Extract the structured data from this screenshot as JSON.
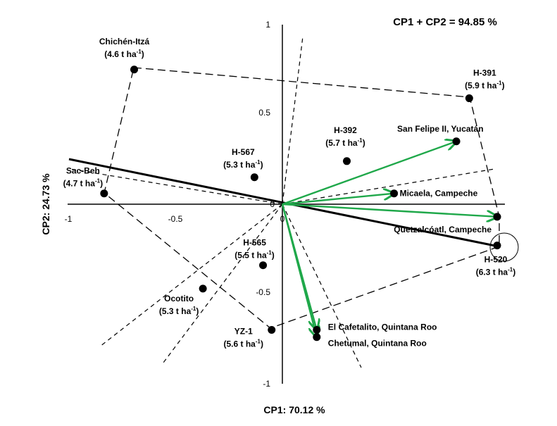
{
  "chart_data": {
    "type": "scatter",
    "title": "CP1 + CP2 = 94.85 %",
    "xlabel": "CP1: 70.12 %",
    "ylabel": "CP2: 24.73 %",
    "xlim": [
      -1,
      1
    ],
    "ylim": [
      -1,
      1
    ],
    "x_ticks": [
      "-1",
      "-0.5",
      "0"
    ],
    "y_ticks": [
      "1",
      "0.5",
      "0",
      "-0.5",
      "-1"
    ],
    "yield_unit": "t ha",
    "yield_exp": "-1",
    "genotypes": [
      {
        "name": "Chichén-Itzá",
        "yield": "4.6",
        "x": -0.69,
        "y": 0.75
      },
      {
        "name": "H-391",
        "yield": "5.9",
        "x": 0.87,
        "y": 0.59
      },
      {
        "name": "H-392",
        "yield": "5.7",
        "x": 0.3,
        "y": 0.24
      },
      {
        "name": "H-567",
        "yield": "5.3",
        "x": -0.13,
        "y": 0.15
      },
      {
        "name": "Sac-Beh",
        "yield": "4.7",
        "x": -0.83,
        "y": 0.06
      },
      {
        "name": "H-565",
        "yield": "5.5",
        "x": -0.09,
        "y": -0.34
      },
      {
        "name": "Ocotito",
        "yield": "5.3",
        "x": -0.37,
        "y": -0.47
      },
      {
        "name": "YZ-1",
        "yield": "5.6",
        "x": -0.05,
        "y": -0.7
      },
      {
        "name": "H-520",
        "yield": "6.3",
        "x": 1.0,
        "y": -0.23
      }
    ],
    "environments": [
      {
        "name": "San Felipe II, Yucatán",
        "x": 0.81,
        "y": 0.35
      },
      {
        "name": "Micaela, Campeche",
        "x": 0.52,
        "y": 0.06
      },
      {
        "name": "Quetzalcóatl, Campeche",
        "x": 1.0,
        "y": -0.07
      },
      {
        "name": "El Cafetalito, Quintana Roo",
        "x": 0.16,
        "y": -0.7
      },
      {
        "name": "Chetumal, Quintana Roo",
        "x": 0.16,
        "y": -0.74
      }
    ],
    "colors": {
      "vector": "#1fa84a",
      "axis": "#000000",
      "point": "#000000"
    }
  }
}
